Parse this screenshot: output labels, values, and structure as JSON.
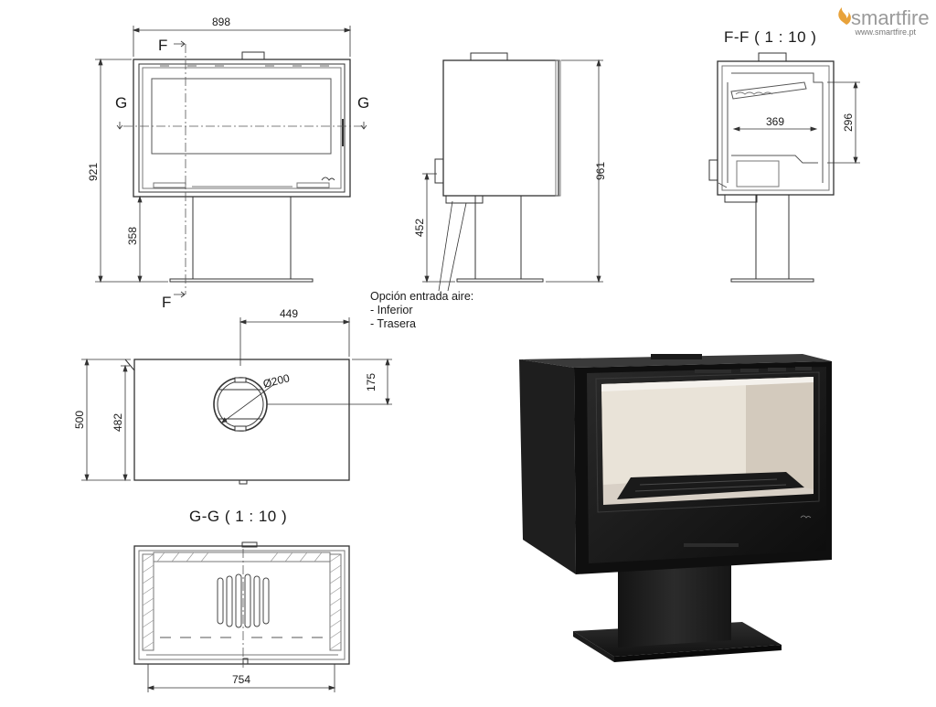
{
  "brand": {
    "name": "smartfire",
    "website": "www.smartfire.pt",
    "accent_color": "#e8a23a"
  },
  "dimensions": {
    "front_width": "898",
    "front_height": "921",
    "stand_height": "358",
    "side_height": "961",
    "side_inlet_height": "452",
    "top_offset": "449",
    "top_depth_outer": "500",
    "top_depth_inner": "482",
    "top_flue_offset": "175",
    "flue_diameter": "Ø200",
    "ff_width": "369",
    "ff_height": "296",
    "gg_width": "754"
  },
  "sections": {
    "ff_title": "F-F ( 1 : 10 )",
    "gg_title": "G-G ( 1 : 10 )",
    "cut_f_top": "F",
    "cut_f_bottom": "F",
    "cut_g_left": "G",
    "cut_g_right": "G"
  },
  "note": {
    "title": "Opción entrada aire:",
    "option_1": "- Inferior",
    "option_2": "- Trasera"
  }
}
